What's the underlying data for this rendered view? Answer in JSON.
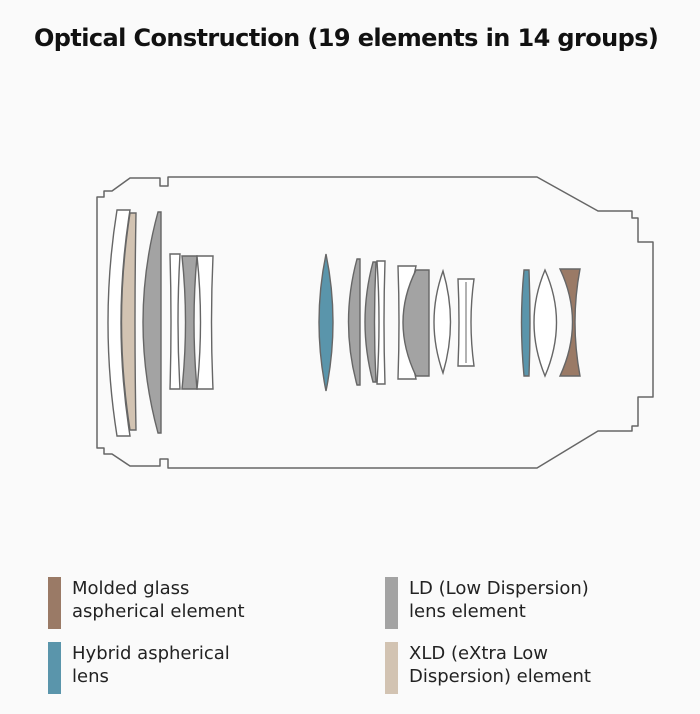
{
  "title": "Optical Construction (19 elements in 14 groups)",
  "colors": {
    "molded": "#9a7a66",
    "hybrid": "#5a95ab",
    "ld": "#a3a3a3",
    "xld": "#d2c3b2",
    "plain": "#ffffff",
    "outline": "#666666"
  },
  "legend": [
    {
      "key": "molded",
      "lines": [
        "Molded glass",
        "aspherical element"
      ]
    },
    {
      "key": "ld",
      "lines": [
        "LD (Low Dispersion)",
        "lens element"
      ]
    },
    {
      "key": "hybrid",
      "lines": [
        "Hybrid aspherical",
        "lens"
      ]
    },
    {
      "key": "xld",
      "lines": [
        "XLD (eXtra Low",
        "Dispersion) element"
      ]
    }
  ]
}
